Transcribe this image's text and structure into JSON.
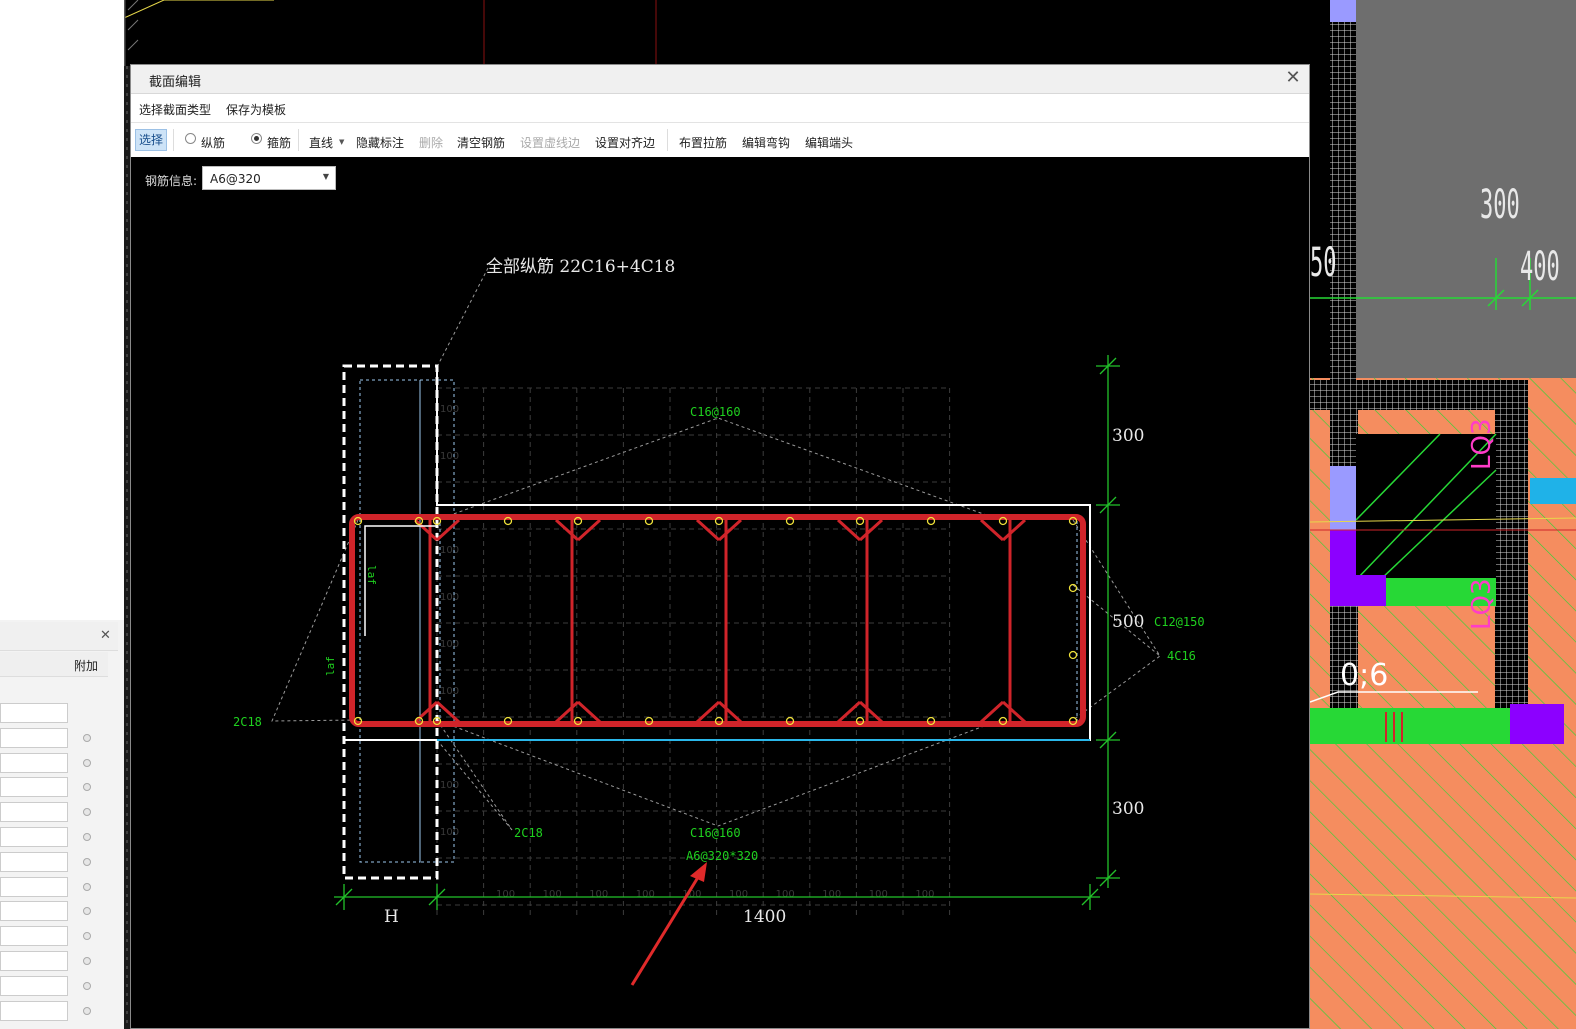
{
  "dialog": {
    "title": "截面编辑",
    "menu": [
      "选择截面类型",
      "保存为模板"
    ],
    "toolbar": {
      "select": "选择",
      "longitudinal": "纵筋",
      "stirrup": "箍筋",
      "line": "直线",
      "hide_annotation": "隐藏标注",
      "delete": "删除",
      "clear_rebar": "清空钢筋",
      "set_dashed_edge": "设置虚线边",
      "set_align_edge": "设置对齐边",
      "place_tie": "布置拉筋",
      "edit_hook": "编辑弯钩",
      "edit_end": "编辑端头"
    },
    "rebar_info_label": "钢筋信息:",
    "rebar_info_value": "A6@320"
  },
  "side_panel": {
    "column_header": "附加"
  },
  "drawing": {
    "all_longitudinal": "全部纵筋  22C16+4C18",
    "c16_top": "C16@160",
    "c16_bottom": "C16@160",
    "stirrup_spec": "A6@320*320",
    "c12": "C12@150",
    "c4c16": "4C16",
    "c2c18_left": "2C18",
    "c2c18_bottom": "2C18",
    "laf_left": "laf",
    "laf_inner": "laf",
    "dim_top": "300",
    "dim_mid": "500",
    "dim_bottom": "300",
    "dim_h": "H",
    "dim_len": "1400",
    "grid_tick": "100"
  },
  "right_cad": {
    "dim_300": "300",
    "dim_400": "400",
    "dim_50": "50",
    "label_lq3_top": "LQ3",
    "label_lq3_bottom": "LQ3",
    "label_06": "0;6"
  },
  "colors": {
    "stirrup": "#d0242a",
    "annotation": "#1fd11f",
    "dimension": "#22c22a",
    "cad_orange": "#f58d5f",
    "cad_green": "#27d836",
    "cad_purple": "#8c00ff",
    "cad_gray": "#6e6e6e"
  }
}
